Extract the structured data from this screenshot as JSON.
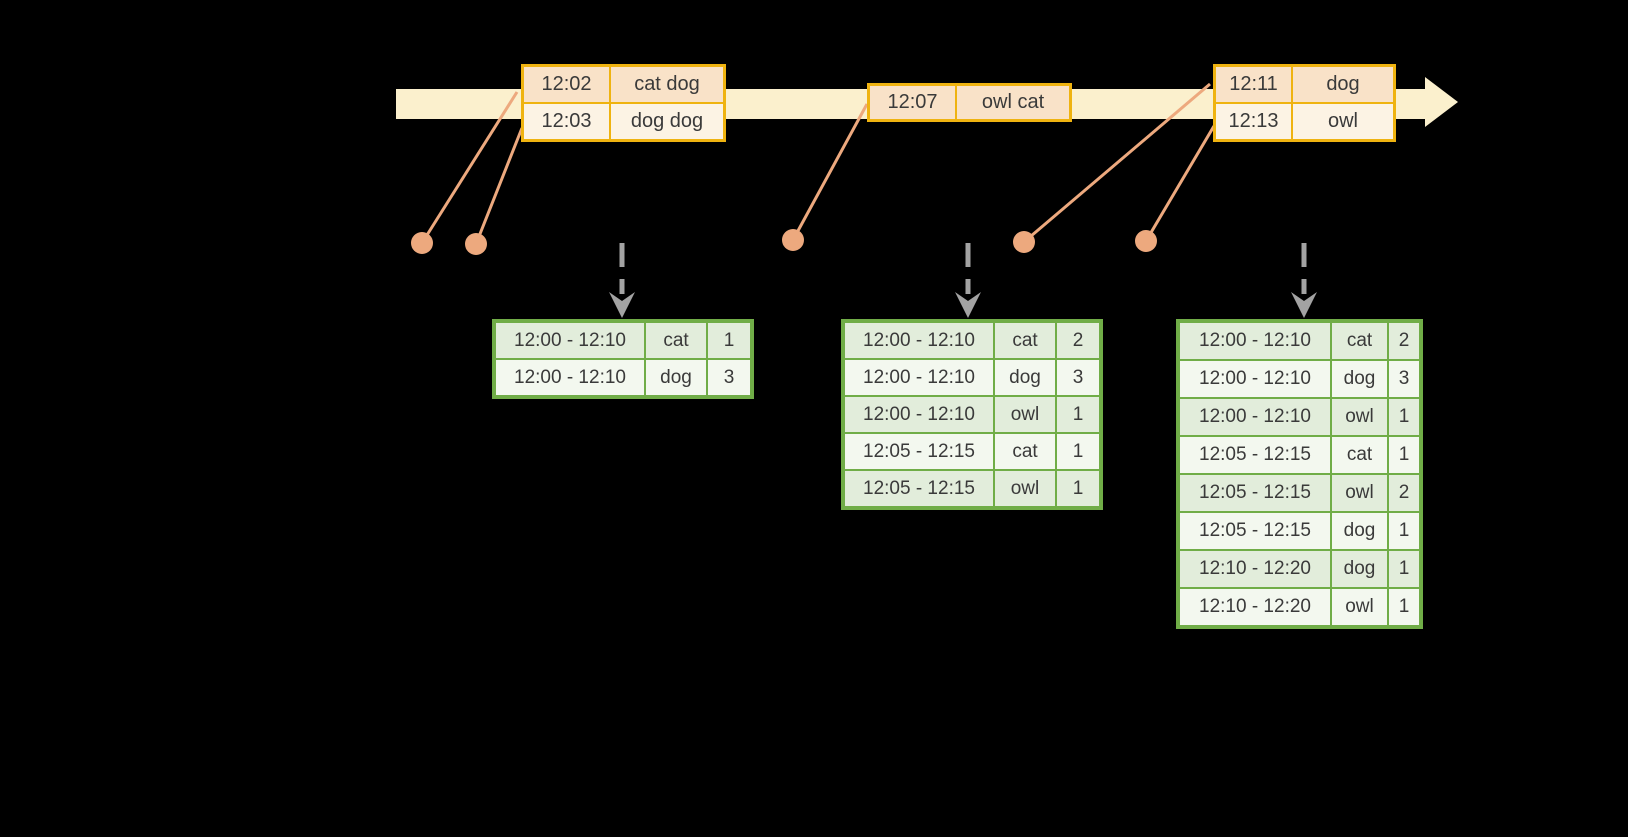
{
  "diagram": {
    "kind": "streaming-windowed-aggregation-timeline",
    "colors": {
      "background": "#000000",
      "timeline_band": "#fbf0cd",
      "event_table_border": "#efb310",
      "event_row_peach": "#f9e2c8",
      "event_row_cream": "#fcf3e4",
      "connector_salmon": "#eda97e",
      "trigger_arrow_gray": "#a3a3a3",
      "result_table_border": "#70ad47",
      "result_row_dark": "#e2eddb",
      "result_row_light": "#f3f8ef",
      "text": "#3a3a3a"
    }
  },
  "timeline": {
    "event_tables": [
      {
        "rows": [
          {
            "time": "12:02",
            "words": "cat dog"
          },
          {
            "time": "12:03",
            "words": "dog dog"
          }
        ]
      },
      {
        "rows": [
          {
            "time": "12:07",
            "words": "owl cat"
          }
        ]
      },
      {
        "rows": [
          {
            "time": "12:11",
            "words": "dog"
          },
          {
            "time": "12:13",
            "words": "owl"
          }
        ]
      }
    ]
  },
  "result_tables": [
    {
      "rows": [
        {
          "window": "12:00 - 12:10",
          "word": "cat",
          "count": "1"
        },
        {
          "window": "12:00 - 12:10",
          "word": "dog",
          "count": "3"
        }
      ]
    },
    {
      "rows": [
        {
          "window": "12:00 - 12:10",
          "word": "cat",
          "count": "2"
        },
        {
          "window": "12:00 - 12:10",
          "word": "dog",
          "count": "3"
        },
        {
          "window": "12:00 - 12:10",
          "word": "owl",
          "count": "1"
        },
        {
          "window": "12:05 - 12:15",
          "word": "cat",
          "count": "1"
        },
        {
          "window": "12:05 - 12:15",
          "word": "owl",
          "count": "1"
        }
      ]
    },
    {
      "rows": [
        {
          "window": "12:00 - 12:10",
          "word": "cat",
          "count": "2"
        },
        {
          "window": "12:00 - 12:10",
          "word": "dog",
          "count": "3"
        },
        {
          "window": "12:00 - 12:10",
          "word": "owl",
          "count": "1"
        },
        {
          "window": "12:05 - 12:15",
          "word": "cat",
          "count": "1"
        },
        {
          "window": "12:05 - 12:15",
          "word": "owl",
          "count": "2"
        },
        {
          "window": "12:05 - 12:15",
          "word": "dog",
          "count": "1"
        },
        {
          "window": "12:10 - 12:20",
          "word": "dog",
          "count": "1"
        },
        {
          "window": "12:10 - 12:20",
          "word": "owl",
          "count": "1"
        }
      ]
    }
  ]
}
